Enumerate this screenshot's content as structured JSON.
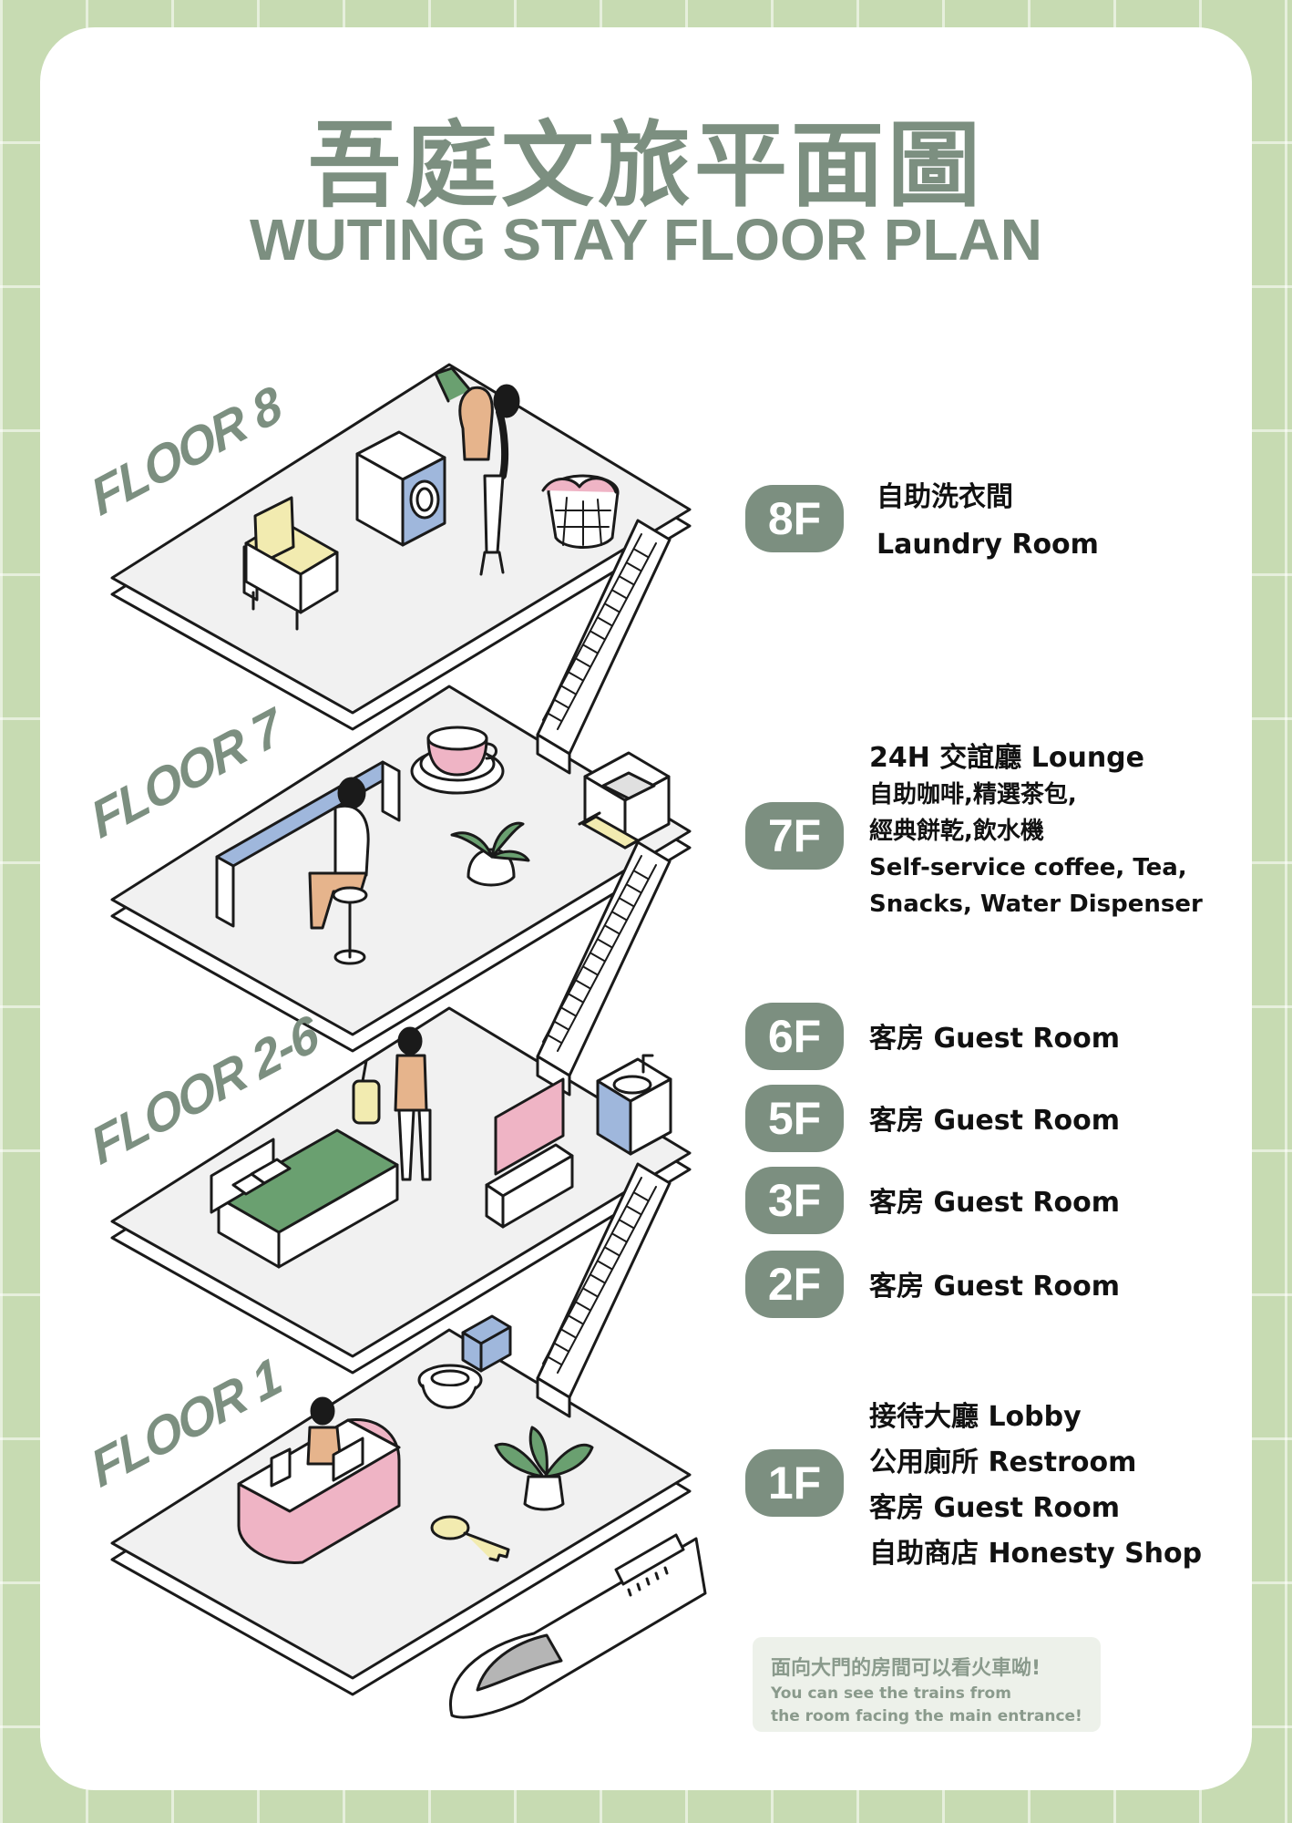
{
  "title_zh": "吾庭文旅平面圖",
  "title_en": "WUTING STAY FLOOR PLAN",
  "floors": [
    {
      "label": "FLOOR 8"
    },
    {
      "label": "FLOOR 7"
    },
    {
      "label": "FLOOR 2-6"
    },
    {
      "label": "FLOOR 1"
    }
  ],
  "legend": [
    {
      "badge": "8F",
      "lines": [
        "自助洗衣間",
        "Laundry Room"
      ]
    },
    {
      "badge": "7F",
      "lines": [
        "24H 交誼廳 Lounge",
        "自助咖啡,精選茶包,",
        "經典餅乾,飲水機",
        "Self-service coffee, Tea,",
        "Snacks, Water Dispenser"
      ]
    },
    {
      "badge": "6F",
      "lines": [
        "客房 Guest Room"
      ]
    },
    {
      "badge": "5F",
      "lines": [
        "客房 Guest Room"
      ]
    },
    {
      "badge": "3F",
      "lines": [
        "客房 Guest Room"
      ]
    },
    {
      "badge": "2F",
      "lines": [
        "客房 Guest Room"
      ]
    },
    {
      "badge": "1F",
      "lines": [
        "接待大廳 Lobby",
        "公用廁所 Restroom",
        "客房 Guest Room",
        "自助商店 Honesty Shop"
      ]
    }
  ],
  "note": {
    "zh": "面向大門的房間可以看火車呦!",
    "en_line1": "You can see the trains from",
    "en_line2": "the room facing the main entrance!"
  },
  "colors": {
    "brand_green": "#7c8f80",
    "background_tile": "#c7dbb2",
    "bed_green": "#6aa070",
    "accent_blue": "#9fb7dc",
    "accent_pink": "#efb4c5",
    "accent_yellow": "#f2ebb0",
    "skin_tan": "#e6b48c"
  }
}
